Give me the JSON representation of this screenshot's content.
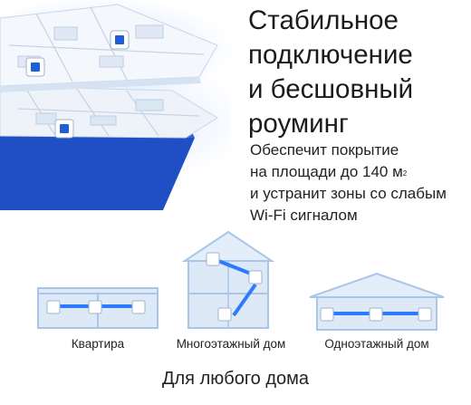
{
  "headline": {
    "line1": "Стабильное",
    "line2": "подключение",
    "line3": "и бесшовный",
    "line4": "роуминг"
  },
  "description": {
    "line1": "Обеспечит покрытие",
    "line2_prefix": "на площади до 140 м",
    "line2_sup": "2",
    "line3": "и устранит зоны со слабым",
    "line4": "Wi-Fi сигналом"
  },
  "scenarios": [
    {
      "label": "Квартира",
      "icon": "apartment-icon"
    },
    {
      "label": "Многоэтажный дом",
      "icon": "multi-storey-house-icon"
    },
    {
      "label": "Одноэтажный дом",
      "icon": "single-storey-house-icon"
    }
  ],
  "tagline": "Для любого дома",
  "colors": {
    "accent_blue": "#1e5fd6",
    "link_blue": "#2a7bff",
    "building_light": "#c9dcf2",
    "building_stroke": "#9fbfe3"
  }
}
